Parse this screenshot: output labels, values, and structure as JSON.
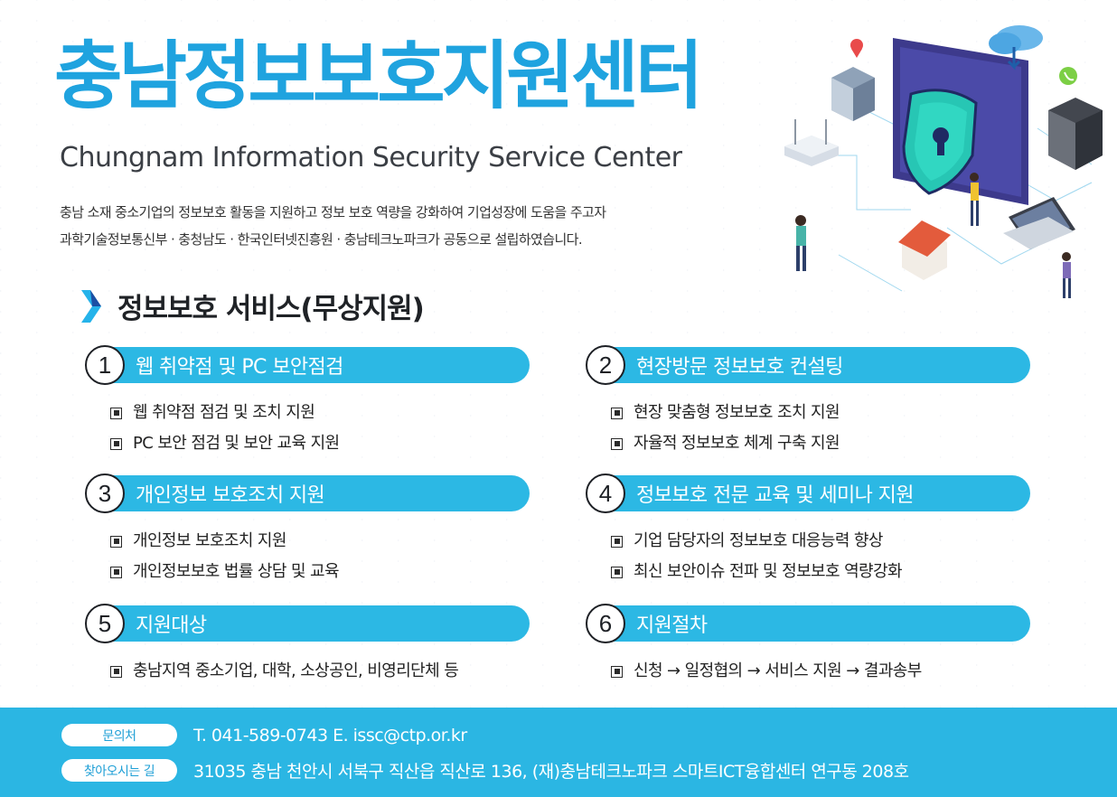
{
  "header": {
    "title": "충남정보보호지원센터",
    "subtitle": "Chungnam Information Security Service Center",
    "description": [
      "충남 소재 중소기업의 정보보호 활동을 지원하고 정보 보호 역량을 강화하여 기업성장에 도움을 주고자",
      "과학기술정보통신부 · 충청남도 · 한국인터넷진흥원 · 충남테크노파크가 공동으로 설립하였습니다."
    ]
  },
  "section": {
    "title": "정보보호 서비스(무상지원)"
  },
  "services": [
    {
      "num": "1",
      "title": "웹 취약점 및 PC 보안점검",
      "items": [
        "웹 취약점 점검 및 조치 지원",
        "PC 보안 점검 및 보안 교육 지원"
      ]
    },
    {
      "num": "2",
      "title": "현장방문 정보보호 컨설팅",
      "items": [
        "현장 맞춤형 정보보호 조치 지원",
        "자율적 정보보호 체계 구축 지원"
      ]
    },
    {
      "num": "3",
      "title": "개인정보 보호조치 지원",
      "items": [
        "개인정보 보호조치 지원",
        "개인정보보호 법률 상담 및 교육"
      ]
    },
    {
      "num": "4",
      "title": "정보보호 전문 교육 및 세미나 지원",
      "items": [
        "기업 담당자의 정보보호 대응능력 향상",
        "최신 보안이슈 전파 및 정보보호 역량강화"
      ]
    },
    {
      "num": "5",
      "title": "지원대상",
      "items": [
        "충남지역 중소기업, 대학, 소상공인, 비영리단체 등"
      ]
    },
    {
      "num": "6",
      "title": "지원절차",
      "items": [
        "신청 → 일정협의 → 서비스 지원 → 결과송부"
      ]
    }
  ],
  "footer": {
    "contact_label": "문의처",
    "contact_text": "T. 041-589-0743   E. issc@ctp.or.kr",
    "address_label": "찾아오시는 길",
    "address_text": "31035 충남 천안시 서북구 직산읍 직산로 136, (재)충남테크노파크 스마트ICT융합센터 연구동 208호"
  },
  "colors": {
    "title": "#1fa3df",
    "pill": "#2cb8e4",
    "footer": "#2bb6e3",
    "chevron_light": "#25b3ea",
    "chevron_dark": "#1b4fa3"
  },
  "icons": [
    "chevron-right-icon",
    "security-shield-lock-icon",
    "cloud-download-icon",
    "location-pin-icon",
    "server-icon",
    "building-icon",
    "router-icon",
    "house-icon",
    "laptop-icon",
    "person-icon"
  ]
}
